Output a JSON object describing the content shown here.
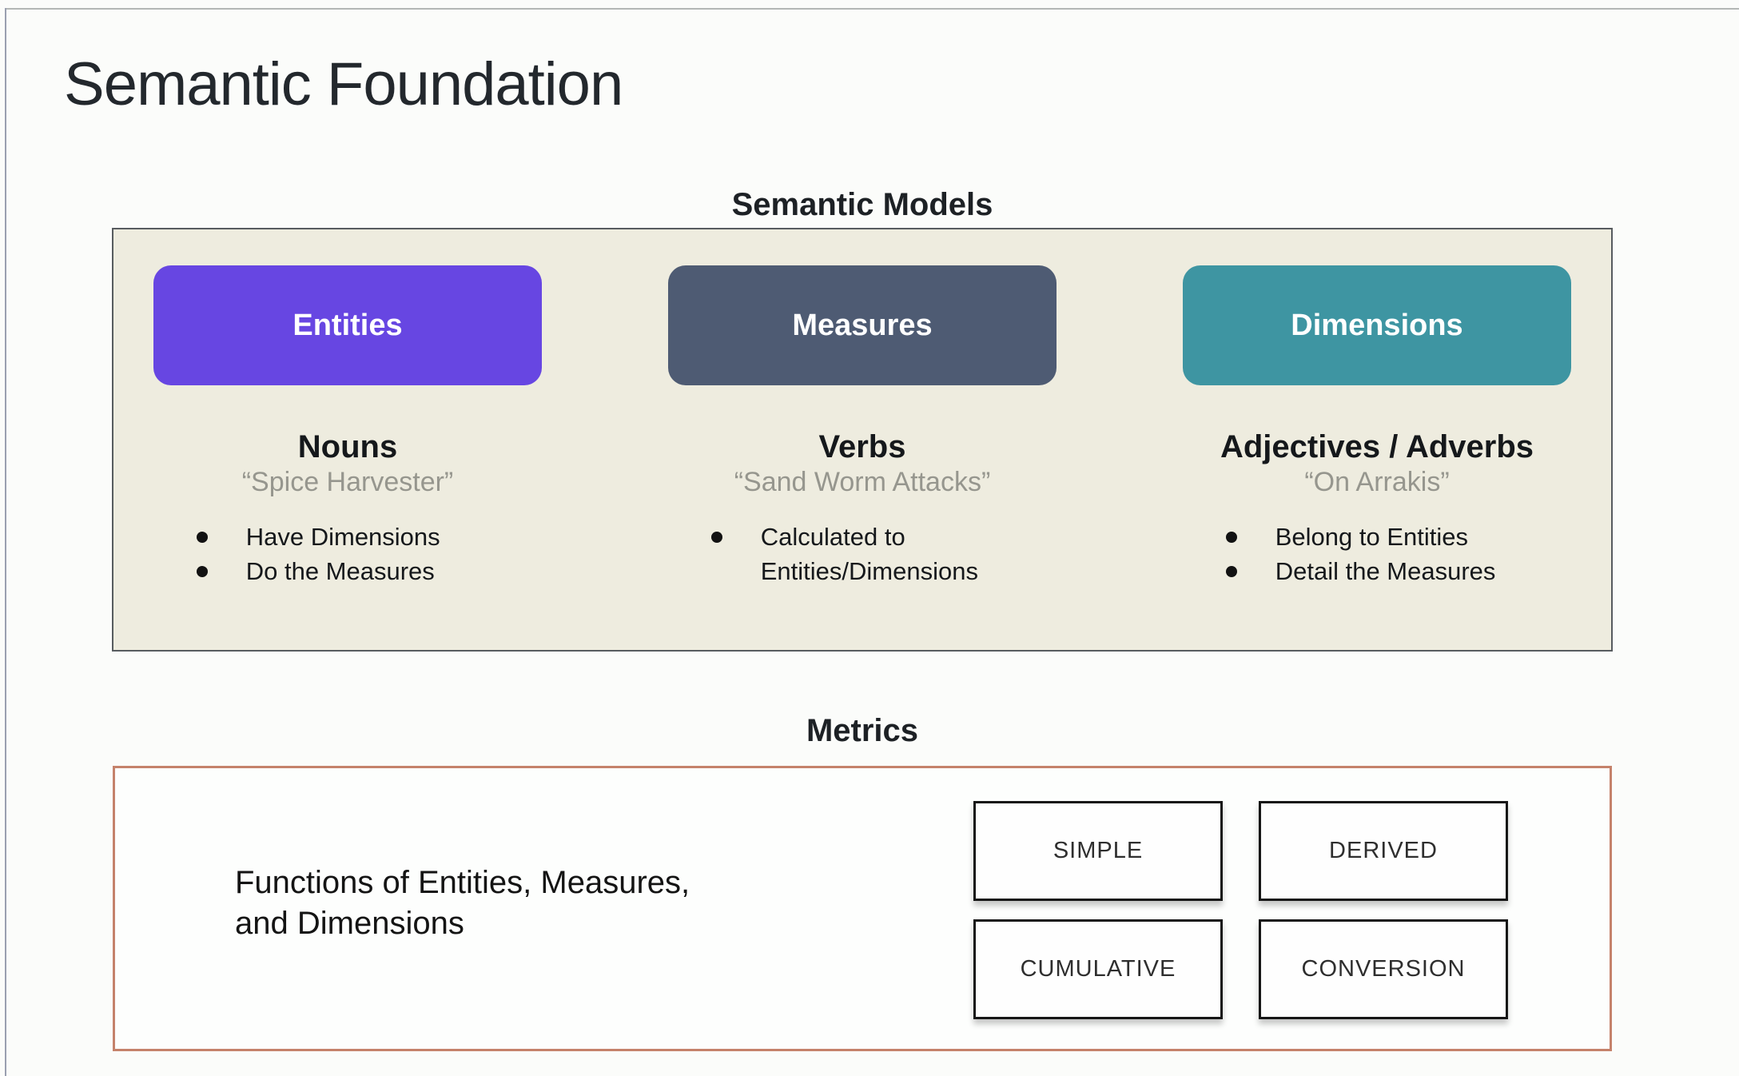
{
  "page": {
    "title": "Semantic Foundation"
  },
  "semantic_models": {
    "heading": "Semantic Models",
    "columns": [
      {
        "button_label": "Entities",
        "button_color": "#6746e2",
        "role": "Nouns",
        "example": "“Spice Harvester”",
        "bullets": [
          "Have Dimensions",
          "Do the Measures"
        ]
      },
      {
        "button_label": "Measures",
        "button_color": "#4e5b73",
        "role": "Verbs",
        "example": "“Sand Worm Attacks”",
        "bullets": [
          "Calculated to Entities/Dimensions"
        ]
      },
      {
        "button_label": "Dimensions",
        "button_color": "#3e95a2",
        "role": "Adjectives / Adverbs",
        "example": "“On Arrakis”",
        "bullets": [
          "Belong to Entities",
          "Detail the Measures"
        ]
      }
    ]
  },
  "metrics": {
    "heading": "Metrics",
    "description": "Functions of Entities, Measures,\nand Dimensions",
    "types": [
      "SIMPLE",
      "DERIVED",
      "CUMULATIVE",
      "CONVERSION"
    ]
  },
  "colors": {
    "entities": "#6746e2",
    "measures": "#4e5b73",
    "dimensions": "#3e95a2",
    "models_box_bg": "#eeecdf",
    "models_box_border": "#575c5f",
    "metrics_box_border": "#c5826b",
    "example_text": "#96968e"
  }
}
